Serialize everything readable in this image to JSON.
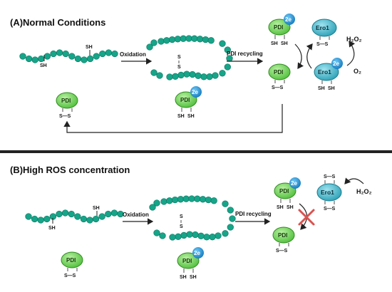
{
  "panelA": {
    "title": "(A)Normal Conditions",
    "oxidation": "Oxidation",
    "pdi_recycling": "PDI recycling",
    "sh": "SH",
    "s": "S",
    "ss": "S—S",
    "pdi": "PDI",
    "ero1": "Ero1",
    "e2": "2e",
    "h2o2": "H₂O₂",
    "o2": "O₂"
  },
  "panelB": {
    "title": "(B)High ROS concentration",
    "oxidation": "Oxidation",
    "pdi_recycling": "PDI recycling",
    "sh": "SH",
    "s": "S",
    "ss": "S—S",
    "pdi": "PDI",
    "ero1": "Ero1",
    "e2": "2e",
    "h2o2": "H₂O₂"
  },
  "colors": {
    "bead": "#17a589",
    "bead_dark": "#0e7a66",
    "pdi_fill": "#6fd15a",
    "pdi_stroke": "#2f8a1e",
    "ero_fill": "#3fb6c9",
    "ero_stroke": "#1a7a8c",
    "electron": "#2196d3",
    "block": "#d9534f",
    "divider": "#222"
  }
}
